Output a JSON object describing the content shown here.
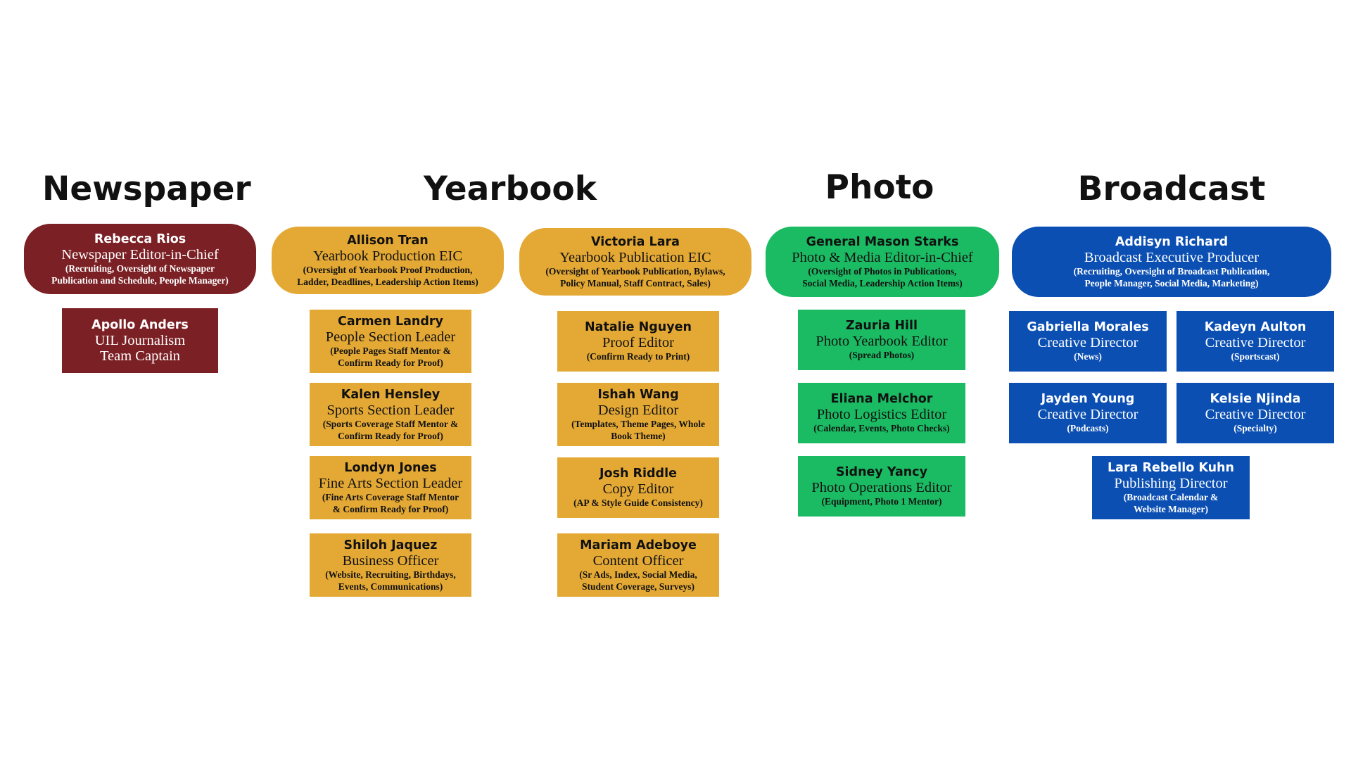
{
  "colors": {
    "newspaper": "#7b2024",
    "yearbook": "#e4a935",
    "photo": "#1bbb63",
    "broadcast": "#0b4fb3"
  },
  "headings": {
    "newspaper": "Newspaper",
    "yearbook": "Yearbook",
    "photo": "Photo",
    "broadcast": "Broadcast"
  },
  "newspaper": {
    "eic": {
      "name": "Rebecca Rios",
      "role": "Newspaper Editor-in-Chief",
      "desc": [
        "(Recruiting, Oversight of Newspaper",
        "Publication and Schedule, People Manager)"
      ]
    },
    "captain": {
      "name": "Apollo Anders",
      "role": [
        "UIL Journalism",
        "Team Captain"
      ]
    }
  },
  "yearbook": {
    "production_eic": {
      "name": "Allison Tran",
      "role": "Yearbook Production EIC",
      "desc": [
        "(Oversight of Yearbook Proof Production,",
        "Ladder, Deadlines, Leadership Action Items)"
      ]
    },
    "publication_eic": {
      "name": "Victoria Lara",
      "role": "Yearbook Publication EIC",
      "desc": [
        "(Oversight of Yearbook Publication, Bylaws,",
        "Policy Manual, Staff Contract, Sales)"
      ]
    },
    "left_column": [
      {
        "name": "Carmen Landry",
        "role": "People Section Leader",
        "desc": [
          "(People Pages Staff Mentor &",
          "Confirm Ready for Proof)"
        ]
      },
      {
        "name": "Kalen Hensley",
        "role": "Sports Section Leader",
        "desc": [
          "(Sports Coverage Staff Mentor &",
          "Confirm Ready for Proof)"
        ]
      },
      {
        "name": "Londyn Jones",
        "role": "Fine Arts Section Leader",
        "desc": [
          "(Fine Arts Coverage Staff Mentor",
          "& Confirm Ready for Proof)"
        ]
      },
      {
        "name": "Shiloh Jaquez",
        "role": "Business Officer",
        "desc": [
          "(Website, Recruiting, Birthdays,",
          "Events, Communications)"
        ]
      }
    ],
    "right_column": [
      {
        "name": "Natalie Nguyen",
        "role": "Proof Editor",
        "desc": [
          "(Confirm Ready to Print)"
        ]
      },
      {
        "name": "Ishah Wang",
        "role": "Design Editor",
        "desc": [
          "(Templates, Theme Pages, Whole",
          "Book Theme)"
        ]
      },
      {
        "name": "Josh Riddle",
        "role": "Copy Editor",
        "desc": [
          "(AP & Style Guide Consistency)"
        ]
      },
      {
        "name": "Mariam Adeboye",
        "role": "Content Officer",
        "desc": [
          "(Sr Ads, Index, Social Media,",
          "Student Coverage, Surveys)"
        ]
      }
    ]
  },
  "photo": {
    "eic": {
      "name": "General Mason Starks",
      "role": "Photo & Media Editor-in-Chief",
      "desc": [
        "(Oversight of Photos in Publications,",
        "Social Media, Leadership Action Items)"
      ]
    },
    "editors": [
      {
        "name": "Zauria Hill",
        "role": "Photo Yearbook Editor",
        "desc": [
          "(Spread Photos)"
        ]
      },
      {
        "name": "Eliana Melchor",
        "role": "Photo Logistics Editor",
        "desc": [
          "(Calendar, Events, Photo Checks)"
        ]
      },
      {
        "name": "Sidney Yancy",
        "role": "Photo Operations Editor",
        "desc": [
          "(Equipment, Photo 1 Mentor)"
        ]
      }
    ]
  },
  "broadcast": {
    "producer": {
      "name": "Addisyn Richard",
      "role": "Broadcast Executive Producer",
      "desc": [
        "(Recruiting, Oversight of Broadcast Publication,",
        "People Manager, Social Media, Marketing)"
      ]
    },
    "directors": [
      {
        "name": "Gabriella Morales",
        "role": "Creative Director",
        "desc": [
          "(News)"
        ]
      },
      {
        "name": "Kadeyn Aulton",
        "role": "Creative Director",
        "desc": [
          "(Sportscast)"
        ]
      },
      {
        "name": "Jayden Young",
        "role": "Creative Director",
        "desc": [
          "(Podcasts)"
        ]
      },
      {
        "name": "Kelsie Njinda",
        "role": "Creative Director",
        "desc": [
          "(Specialty)"
        ]
      }
    ],
    "publishing": {
      "name": "Lara Rebello Kuhn",
      "role": "Publishing Director",
      "desc": [
        "(Broadcast Calendar &",
        "Website Manager)"
      ]
    }
  }
}
